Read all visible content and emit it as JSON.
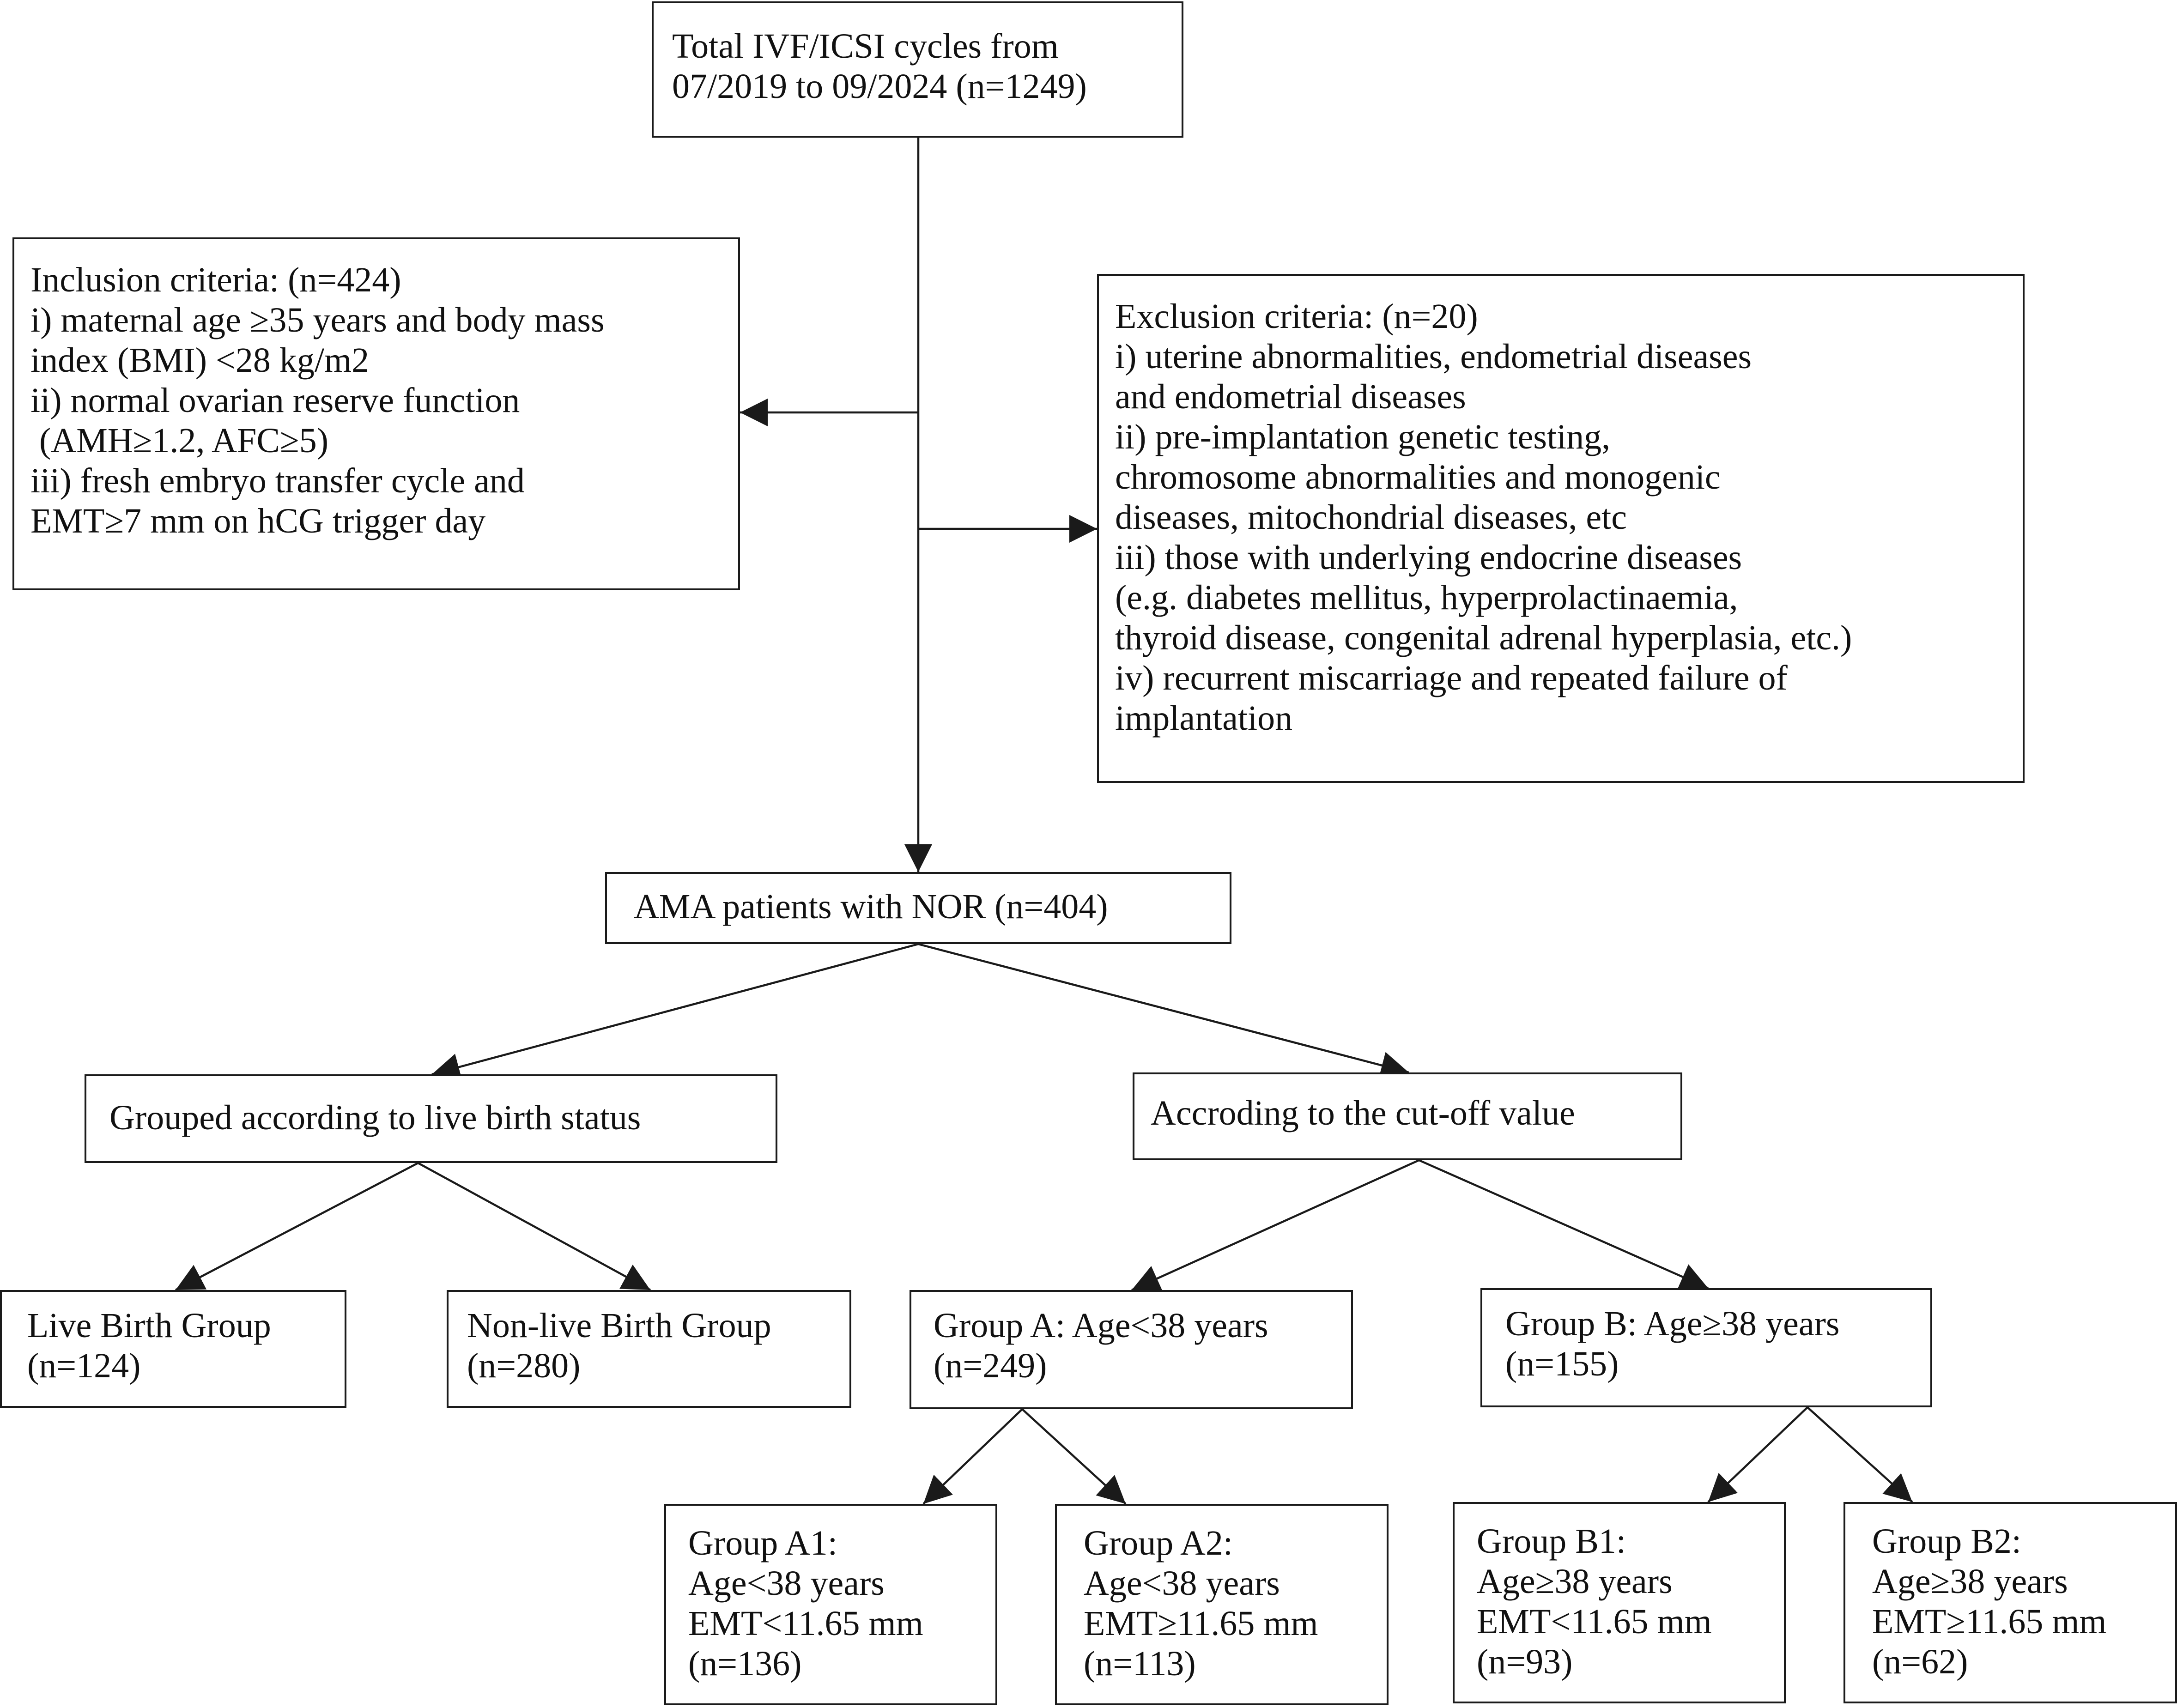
{
  "colors": {
    "stroke": "#1a1a1a",
    "text": "#111111",
    "background": "#ffffff"
  },
  "boxes": {
    "total": {
      "lines": [
        "Total IVF/ICSI cycles from",
        "07/2019 to 09/2024 (n=1249)"
      ]
    },
    "inclusion": {
      "lines": [
        "Inclusion criteria: (n=424)",
        "i) maternal age ≥35 years and body mass",
        "index (BMI) <28 kg/m2",
        "ii) normal ovarian reserve function",
        " (AMH≥1.2, AFC≥5)",
        "iii) fresh embryo transfer cycle and",
        "EMT≥7 mm on hCG trigger day"
      ]
    },
    "exclusion": {
      "lines": [
        "Exclusion criteria: (n=20)",
        "i) uterine abnormalities, endometrial diseases",
        "and endometrial diseases",
        "ii) pre-implantation genetic testing,",
        "chromosome abnormalities and monogenic",
        "diseases, mitochondrial diseases, etc",
        "iii) those with underlying endocrine diseases",
        "(e.g. diabetes mellitus, hyperprolactinaemia,",
        "thyroid disease, congenital adrenal hyperplasia, etc.)",
        "iv) recurrent miscarriage and repeated failure of",
        "implantation"
      ]
    },
    "ama": {
      "lines": [
        "AMA patients with NOR (n=404)"
      ]
    },
    "grouped": {
      "lines": [
        "Grouped according to live birth status"
      ]
    },
    "cutoff": {
      "lines": [
        "Accroding to the cut-off value"
      ]
    },
    "live_birth": {
      "lines": [
        "Live Birth Group",
        "(n=124)"
      ]
    },
    "non_live_birth": {
      "lines": [
        "Non-live Birth Group",
        "(n=280)"
      ]
    },
    "group_a": {
      "lines": [
        "Group A: Age<38 years",
        "(n=249)"
      ]
    },
    "group_b": {
      "lines": [
        "Group B: Age≥38 years",
        "(n=155)"
      ]
    },
    "group_a1": {
      "lines": [
        "Group A1:",
        "Age<38 years",
        "EMT<11.65 mm",
        "(n=136)"
      ]
    },
    "group_a2": {
      "lines": [
        "Group A2:",
        "Age<38 years",
        "EMT≥11.65 mm",
        "(n=113)"
      ]
    },
    "group_b1": {
      "lines": [
        "Group B1:",
        "Age≥38 years",
        "EMT<11.65 mm",
        "(n=93)"
      ]
    },
    "group_b2": {
      "lines": [
        "Group B2:",
        "Age≥38 years",
        "EMT≥11.65 mm",
        "(n=62)"
      ]
    }
  }
}
